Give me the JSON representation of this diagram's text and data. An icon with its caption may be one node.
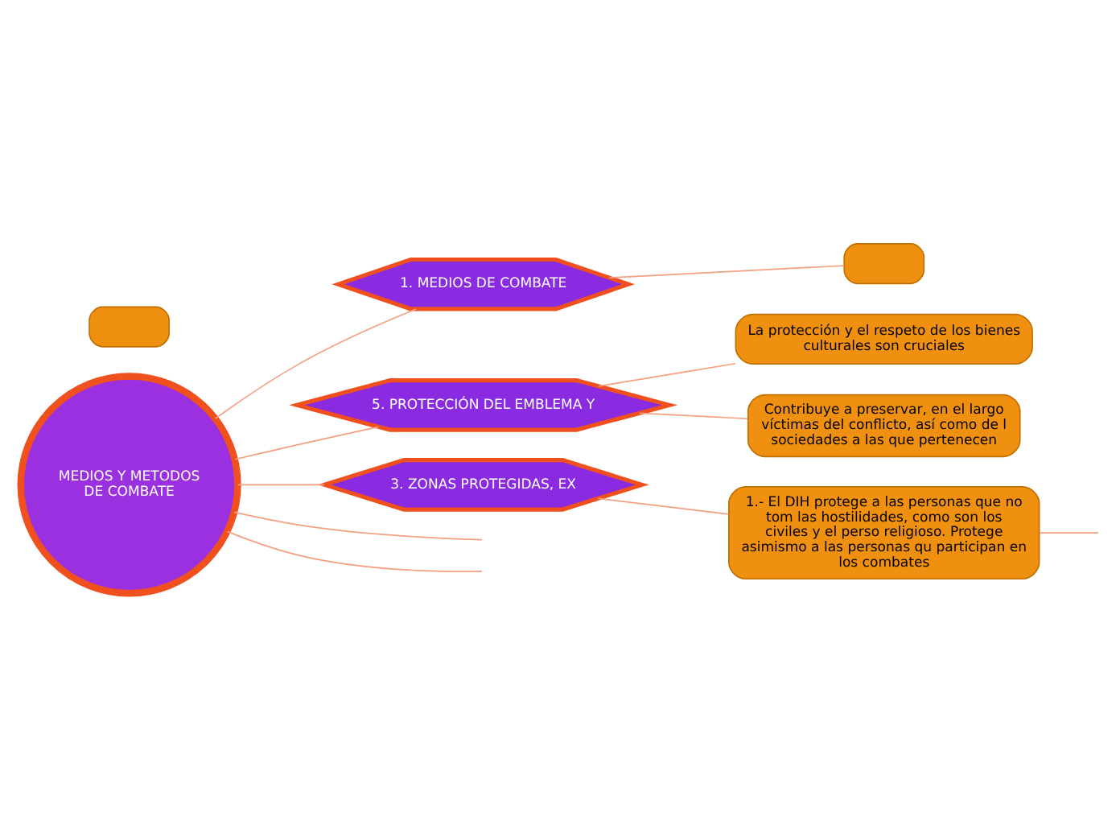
{
  "diagram": {
    "nodes": [
      {
        "text": [
          "MEDIOS Y METODOS DE COMBATE"
        ]
      },
      {
        "text": [
          "1. MEDIOS DE COMBATE"
        ]
      },
      {
        "text": [],
        "shape": "box"
      },
      {
        "text": [],
        "shape": "box"
      },
      {
        "text": [
          "5. PROTECCIÓN DEL EMBLEMA Y"
        ]
      },
      {
        "text": [
          "La protección y el respeto de los bienes culturales son cruciales"
        ]
      },
      {
        "text": [
          "Contribuye a preservar, en el largo víctimas del conflicto, así como de l sociedades a las que pertenecen"
        ]
      },
      {
        "text": [
          "3. ZONAS PROTEGIDAS, EX"
        ]
      },
      {
        "text": [
          "1.- El DIH protege a las personas que no tom las hostilidades, como son los civiles y el perso religioso. Protege asimismo a las personas qu participan en los combates"
        ]
      }
    ],
    "edges": [
      {
        "from": 0,
        "to": 1,
        "arrow": "none"
      },
      {
        "from": 1,
        "to": 3,
        "arrow": "none"
      },
      {
        "from": 0,
        "to": null,
        "arrow": "none"
      },
      {
        "from": 0,
        "to": 4,
        "arrow": "none"
      },
      {
        "from": 4,
        "to": 5,
        "arrow": "none"
      },
      {
        "from": 4,
        "to": 6,
        "arrow": "none"
      },
      {
        "from": 0,
        "to": null,
        "arrow": "none"
      },
      {
        "from": 0,
        "to": 7,
        "arrow": "none"
      },
      {
        "from": 7,
        "to": 8,
        "arrow": "none"
      },
      {
        "from": 8,
        "to": null,
        "arrow": "none"
      }
    ]
  }
}
